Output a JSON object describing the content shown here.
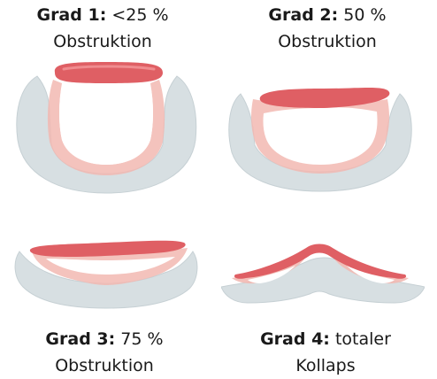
{
  "grades": [
    {
      "strong": "Grad 1:",
      "value": " <25 %",
      "line2": "Obstruktion"
    },
    {
      "strong": "Grad 2:",
      "value": " 50 %",
      "line2": "Obstruktion"
    },
    {
      "strong": "Grad 3:",
      "value": " 75 %",
      "line2": "Obstruktion"
    },
    {
      "strong": "Grad 4:",
      "value": " totaler",
      "line2": "Kollaps"
    }
  ],
  "colors": {
    "cartilage": "#d7dfe2",
    "cartilage_edge": "#c6d0d4",
    "mucosa": "#f2b9b2",
    "mucosa_light": "#fbe1dc",
    "muscle": "#df5f64",
    "muscle_light": "#f08c8f"
  }
}
